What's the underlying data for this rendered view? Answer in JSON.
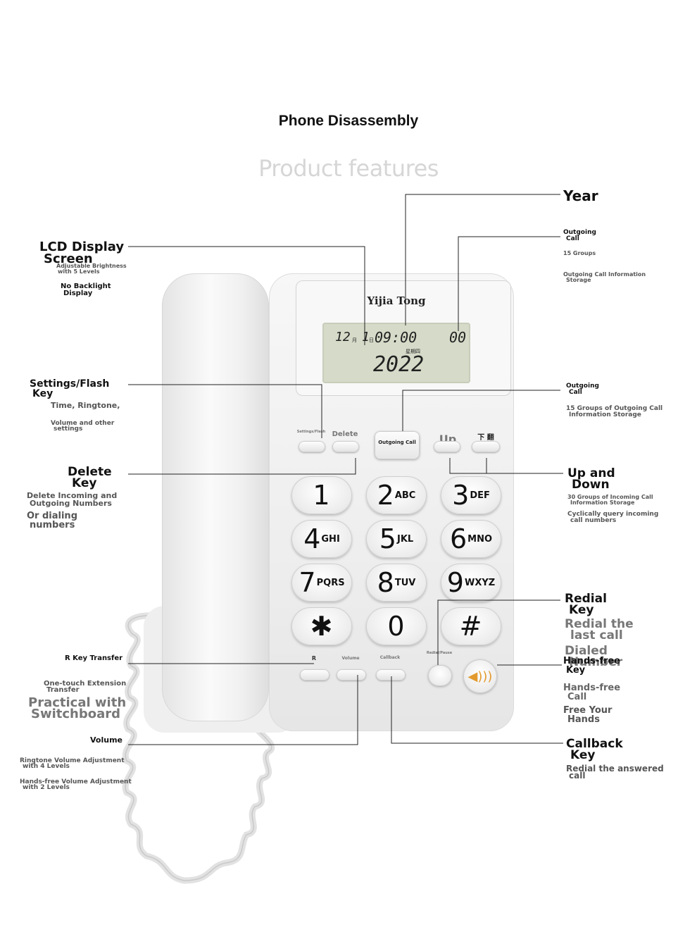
{
  "title": "Phone Disassembly",
  "subtitle": "Product features",
  "phone": {
    "brand": "Yijia Tong",
    "lcd": {
      "month": "12",
      "month_unit": "月",
      "day": "1",
      "day_unit": "日",
      "time": "09:00",
      "count": "00",
      "week": "星期四",
      "year": "2022"
    },
    "function_keys": {
      "settings_flash": "Settings/Flash",
      "delete": "Delete",
      "outgoing_call": "Outgoing Call",
      "up": "Up",
      "down": "下 翻",
      "r": "R",
      "volume": "Volume",
      "callback": "Callback",
      "redial_pause": "Redial/Pause"
    },
    "keypad": [
      {
        "digit": "1",
        "letters": ""
      },
      {
        "digit": "2",
        "letters": "ABC"
      },
      {
        "digit": "3",
        "letters": "DEF"
      },
      {
        "digit": "4",
        "letters": "GHI"
      },
      {
        "digit": "5",
        "letters": "JKL"
      },
      {
        "digit": "6",
        "letters": "MNO"
      },
      {
        "digit": "7",
        "letters": "PQRS"
      },
      {
        "digit": "8",
        "letters": "TUV"
      },
      {
        "digit": "9",
        "letters": "WXYZ"
      },
      {
        "digit": "✱",
        "letters": ""
      },
      {
        "digit": "0",
        "letters": ""
      },
      {
        "digit": "#",
        "letters": ""
      }
    ],
    "speaker_icon": "speaker-icon"
  },
  "callouts": {
    "year": "Year",
    "outgoing_top": {
      "title_1": "Outgoing",
      "title_2": "Call",
      "line1": "15 Groups",
      "line2_a": "Outgoing Call  Information",
      "line2_b": "Storage"
    },
    "lcd": {
      "title_1": "LCD Display",
      "title_2": "Screen",
      "line1_a": "Adjustable Brightness",
      "line1_b": "with 5 Levels",
      "line2_a": "No Backlight",
      "line2_b": "Display"
    },
    "settings": {
      "title_1": "Settings/Flash",
      "title_2": "Key",
      "line1": "Time, Ringtone,",
      "line2_a": "Volume and other",
      "line2_b": "settings"
    },
    "outgoing_mid": {
      "title_1": "Outgoing",
      "title_2": "Call",
      "line1_a": "15 Groups of Outgoing Call",
      "line1_b": "Information Storage"
    },
    "delete": {
      "title_1": "Delete",
      "title_2": "Key",
      "line1_a": "Delete Incoming and",
      "line1_b": "Outgoing Numbers",
      "line2_a": "Or dialing",
      "line2_b": "numbers"
    },
    "updown": {
      "title_1": "Up and",
      "title_2": "Down",
      "line1_a": "30 Groups of Incoming Call",
      "line1_b": "Information Storage",
      "line2_a": "Cyclically query incoming",
      "line2_b": "call numbers"
    },
    "redial": {
      "title_1": "Redial",
      "title_2": "Key",
      "line1_a": "Redial the",
      "line1_b": "last call",
      "line2_a": "Dialed",
      "line2_b": "Number"
    },
    "handsfree": {
      "title_1": "Hands-free",
      "title_2": "Key",
      "line1_a": "Hands-free",
      "line1_b": "Call",
      "line2_a": "Free Your",
      "line2_b": "Hands"
    },
    "rkey": {
      "title": "R Key Transfer",
      "line1_a": "One-touch Extension",
      "line1_b": "Transfer",
      "line2_a": "Practical with",
      "line2_b": "Switchboard"
    },
    "volume": {
      "title": "Volume",
      "line1_a": "Ringtone Volume Adjustment",
      "line1_b": "with 4 Levels",
      "line2_a": "Hands-free Volume Adjustment",
      "line2_b": "with 2 Levels"
    },
    "callback": {
      "title_1": "Callback",
      "title_2": "Key",
      "line1_a": "Redial the answered",
      "line1_b": "call"
    }
  }
}
